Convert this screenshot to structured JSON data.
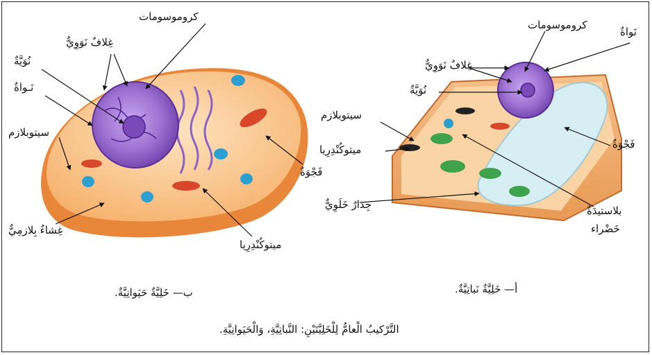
{
  "figure": {
    "title": "التَّرْكيبُ الْعامُّ لِلْخَلِيَّتَيْنِ: النَّباتِيَّةِ، وَالْحَيَوانِيَّةِ.",
    "animal": {
      "caption": "ب— خَلِيَّةٌ حَيَوانِيَّةٌ.",
      "labels": {
        "chromosomes": "كروموسومات",
        "nuclear_envelope": "غِلافٌ نَوَوِيٌّ",
        "nucleolus": "نُوَيَّةٌ",
        "nucleus": "نَـواةٌ",
        "cytoplasm": "سيتوبلازم",
        "cell_membrane": "غِشاءٌ بِلازمِيٌّ",
        "mitochondria": "ميتوكُنْدِرِيا",
        "vacuole": "فَجْوَةٌ"
      }
    },
    "plant": {
      "caption": "أ— خَلِيَّةٌ نَباتِيَّةٌ.",
      "labels": {
        "chromosomes": "كروموسومات",
        "nucleus": "نَواةٌ",
        "nuclear_envelope": "غِلافٌ نَوَوِيٌّ",
        "nucleolus": "نُوَيَّةٌ",
        "cytoplasm": "سيتوبلازم",
        "mitochondria": "ميتوكُنْدِرِيا",
        "vacuole": "فَجْوَةٌ",
        "cell_wall": "جِدارٌ خَلَوِيٌّ",
        "chloroplast_line1": "بلاستيدَةٌ",
        "chloroplast_line2": "خَضْراء"
      }
    },
    "colors": {
      "cytoplasm": "#f9c58c",
      "cell_edge": "#e8863a",
      "nucleus": "#9b6fd0",
      "mitochondria": "#d9472b",
      "chloroplast": "#3fa34d",
      "vacuole": "#d7eef2",
      "small_vacuole": "#2a9fd0"
    }
  }
}
